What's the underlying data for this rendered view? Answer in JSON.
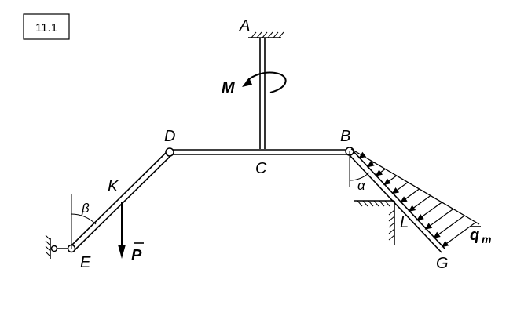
{
  "problem_number": "11.1",
  "points": {
    "A": "A",
    "B": "B",
    "C": "C",
    "D": "D",
    "E": "E",
    "G": "G",
    "K": "K",
    "L": "L"
  },
  "angles": {
    "alpha": "α",
    "beta": "β"
  },
  "loads": {
    "moment": "M",
    "force": "P",
    "distributed_main": "q",
    "distributed_sub": "m"
  }
}
